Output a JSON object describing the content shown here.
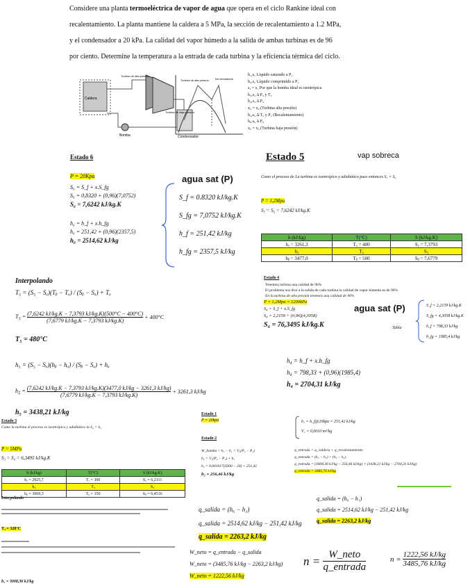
{
  "problem": {
    "line1_pre": "Considere una planta ",
    "line1_bold": "termoeléctrica de vapor de agua",
    "line1_post": " que opera en el ciclo Rankine ideal con",
    "line2": "recalentamiento. La planta mantiene la caldera a 5 MPa, la sección de recalentamiento a 1.2 MPa,",
    "line3": "y el condensador a 20 kPa. La calidad del vapor húmedo a la salida de ambas turbinas es de 96",
    "line4": "por ciento. Determine la temperatura a la entrada de cada turbina y la eficiencia térmica del ciclo."
  },
  "legend": [
    "h₁,s₁ Líquido saturado a P₁",
    "h₂,s₂ Líquido comprimido a P₂",
    "s₂ = s₁ Por que la bomba ideal es isentrópica",
    "h₃,s₃ Δ P₃ y T₃",
    "h₄,s₄ Δ P₄",
    "x₄ = x₈ (Turbina alta presión)",
    "h₅,s₅ Δ T₅ y P₅ (Recalentamiento)",
    "h₆,s₆ Δ P₆",
    "x₆ = x₈ (Turbina baja presión)"
  ],
  "schematic_labels": {
    "caldera": "Caldera",
    "bomba": "Bomba",
    "condensador": "Condensador",
    "turbina_alta": "Turbina de alta presión",
    "turbina_baja": "Turbina de baja presión",
    "ts_high": "Turbina de alta presión",
    "ts_low": "No elevadores"
  },
  "estado6": {
    "heading": "Estado 6",
    "p": "P = 20Kpa",
    "l1": "S₆ = S_f + x.S_fg",
    "l2": "S₆ = 0,8320 + (0,96)(7,0752)",
    "l3": "S₆ = 7,6242 kJ/kg.K",
    "l4": "h₆ = h_f + x.h_fg",
    "l5": "h₆ = 251,42 + (0,96)(2357,5)",
    "l6": "h₆ = 2514,62 kJ/kg"
  },
  "agua_sat_1": {
    "title": "agua sat (P)",
    "sf": "S_f = 0.8320 kJ/kg.K",
    "sfg": "S_fg = 7,0752 kJ/kg.K",
    "hf": "h_f = 251,42 kJ/kg",
    "hfg": "h_fg = 2357,5 kJ/kg"
  },
  "estado5": {
    "heading": "Estado 5",
    "tag": "vap sobreca",
    "note": "Como el proceso de La turbina es isentrópico y adiabático pues entonces S₅ = S₆",
    "p": "P = 1,2Mpa",
    "s": "S₅ = S₆ = 7,6242 kJ/kg.K",
    "table_head": [
      "h (kJ/kg)",
      "T(°C)",
      "S (kJ/kg.K)"
    ],
    "table_rows": [
      [
        "hₐ = 3261,3",
        "Tₐ = 400",
        "Sₐ = 7,3793"
      ],
      [
        "h₅",
        "T₅",
        "S₅"
      ],
      [
        "hᵦ = 3477,0",
        "Tᵦ = 500",
        "Sᵦ = 7,6779"
      ]
    ]
  },
  "interp5": {
    "title": "Interpolando",
    "f1": "T₅ = (S₅ − Sₐ)(Tᵦ − Tₐ) / (Sᵦ − Sₐ) + Tₐ",
    "f2_num": "(7,6242 kJ/kg.K − 7,3793 kJ/kg.K)(500°C − 400°C)",
    "f2_den": "(7,6779 kJ/kg.K − 7,3793 kJ/kg.K)",
    "f2_add": "+ 400°C",
    "t5": "T₅ = 480°C",
    "f3": "h₅ = (S₅ − Sₐ)(hᵦ − hₐ) / (Sᵦ − Sₐ) + hₐ",
    "f4_num": "(7,6242 kJ/kg.K − 7,3793 kJ/kg.K)(3477,0 kJ/kg − 3261,3 kJ/kg)",
    "f4_den": "(7,6779 kJ/kg.K − 7,3793 kJ/kg.K)",
    "f4_add": "+ 3261,3 kJ/kg",
    "h5": "h₅ = 3438,21 kJ/kg"
  },
  "estado4": {
    "heading": "Estado 4",
    "b1": "Tenemos turbina una calidad de 96%",
    "b2": "El problema nos dice a la salida de cada turbina la calidad de vapor húmedo es de 96%",
    "b3": "En la turbina de alta presión tenemos una calidad de 96%",
    "p": "P = 1,2Mpa = 1200kPa",
    "l1": "S₄ = S_f + x.S_fg",
    "l2": "S₄ = 2,2159 + (0,96)(4,3058)",
    "l3": "S₄ = 76,3495 kJ/kg.K",
    "l4": "h₄ = h_f + x.h_fg",
    "l5": "h₄ = 798,33 + (0,96)(1985,4)",
    "l6": "h₄ = 2704,31 kJ/kg",
    "tabla": "Tabla"
  },
  "agua_sat_2": {
    "title": "agua sat (P)",
    "sf": "S_f = 2,2159 kJ/kg.K",
    "sfg": "S_fg = 4,3058 kJ/kg.K",
    "hf": "h_f = 798,33 kJ/kg",
    "hfg": "h_fg = 1985,4 kJ/kg"
  },
  "estado3": {
    "heading": "Estado 3",
    "note": "Como la turbina el proceso es isentrópico y adiabático la S₄ = S₃",
    "p": "P = 5MPa",
    "s": "S₃ = S₄ = 6,3495 kJ/kg.K",
    "table_head": [
      "h (kJ/kg)",
      "T(°C)",
      "S (kJ/kg.K)"
    ],
    "table_rows": [
      [
        "hₐ = 2925,7",
        "Tₐ = 300",
        "Sₐ = 6,2111"
      ],
      [
        "h₃",
        "T₃",
        "S₃"
      ],
      [
        "hᵦ = 3069,3",
        "Tᵦ = 350",
        "Sᵦ = 6,4516"
      ]
    ],
    "interp": "Interpolando",
    "t3": "T₃ = 328°C",
    "h3": "h₃ = 3008,36 kJ/kg"
  },
  "estado1": {
    "heading": "Estado 1",
    "p": "P = 20kpa"
  },
  "estado2": {
    "heading": "Estado 2",
    "l1": "W_bomba = h₂ − h₁ = V₁(P₂ − P₁)",
    "l2": "h₂ = V₁(P₂ − P₁) + h₁",
    "l3": "h₂ = 0,001017(5000 − 20) + 251,42",
    "l4": "h₂ = 256,46 kJ/kg"
  },
  "flujo_v": {
    "l1": "h₁ = h_f@20kpa = 251,42 kJ/kg",
    "l2": "V₁ = 0,0010 m³/kg"
  },
  "qentrada": {
    "l1": "q_entrada = q_caldera + q_recalentamiento",
    "l2": "q_entrada = (h₃ − h₂) + (h₅ − h₄)",
    "l3": "q_entrada = (3008,36 kJ/kg − 256,46 kJ/kg) + (3438,21 kJ/kg − 2704,31 kJ/kg)",
    "l4": "q_entrada = 3485,76 kJ/kg"
  },
  "qsalida_right": {
    "l1": "q_salida = (h₆ − h₁)",
    "l2": "q_salida = 2514,62 kJ/kg − 251,42 kJ/kg",
    "l3": "q_salida = 2263,2 kJ/kg"
  },
  "qsalida_mid": {
    "l1": "q_salida = (h₆ − h₁)",
    "l2": "q_salida = 2514,62 kJ/kg − 251,42 kJ/kg",
    "l3": "q_salida = 2263,2 kJ/kg",
    "l4": "W_neto = q_entrada − q_salida",
    "l5": "W_neto = (3485,76 kJ/kg − 2263,2 kJ/kg)",
    "l6": "W_neto = 1222,56 kJ/kg"
  },
  "eff": {
    "n": "n =",
    "num": "W_neto",
    "den": "q_entrada",
    "n2": "n =",
    "num2": "1222,56 kJ/kg",
    "den2": "3485,76 kJ/kg"
  }
}
